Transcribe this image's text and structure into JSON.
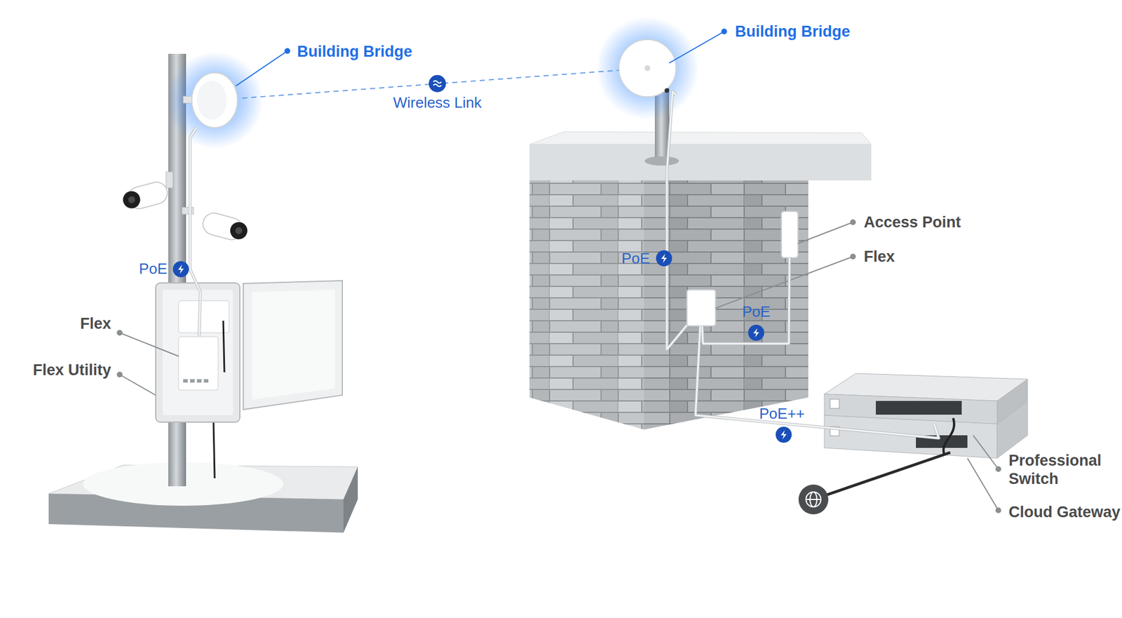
{
  "diagram": {
    "nodes": [
      {
        "text": [
          "Building Bridge"
        ]
      },
      {
        "text": [
          "Building Bridge"
        ]
      },
      {
        "text": [
          "Access Point"
        ]
      },
      {
        "text": [
          "Flex"
        ]
      },
      {
        "text": [
          "Flex Utility"
        ]
      },
      {
        "text": [
          "Flex"
        ],
        "in": 4
      },
      {
        "text": [
          "Professional Switch"
        ]
      },
      {
        "text": [
          "Cloud Gateway"
        ]
      }
    ],
    "edges": [
      {
        "from": 0,
        "to": 1,
        "arrow": "none",
        "label": "Wireless Link"
      },
      {
        "from": 5,
        "to": 0,
        "arrow": "none",
        "label": "PoE"
      },
      {
        "from": 3,
        "to": 1,
        "arrow": "none",
        "label": "PoE"
      },
      {
        "from": 3,
        "to": 2,
        "arrow": "none",
        "label": "PoE"
      },
      {
        "from": 6,
        "to": 3,
        "arrow": "none",
        "label": "PoE++"
      }
    ]
  }
}
